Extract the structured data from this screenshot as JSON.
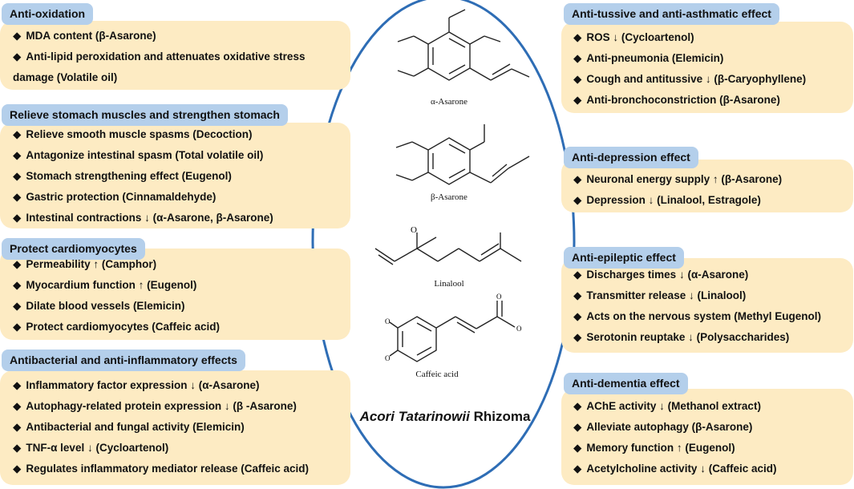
{
  "center": {
    "latin_name": "Acori Tatarinowii",
    "common": "Rhizoma",
    "molecules": [
      "α-Asarone",
      "β-Asarone",
      "Linalool",
      "Caffeic acid"
    ]
  },
  "bullet_symbol": "◆",
  "panels_left": [
    {
      "title": "Anti-oxidation",
      "items": [
        "MDA content (β-Asarone)",
        "Anti-lipid peroxidation and attenuates oxidative stress damage (Volatile oil)"
      ]
    },
    {
      "title": "Relieve stomach muscles and strengthen stomach",
      "items": [
        "Relieve smooth muscle spasms (Decoction)",
        "Antagonize intestinal spasm (Total volatile oil)",
        "Stomach strengthening effect (Eugenol)",
        "Gastric protection (Cinnamaldehyde)",
        "Intestinal contractions ↓ (α-Asarone, β-Asarone)"
      ]
    },
    {
      "title": "Protect  cardiomyocytes",
      "items": [
        "Permeability ↑ (Camphor)",
        "Myocardium function ↑ (Eugenol)",
        "Dilate blood vessels (Elemicin)",
        "Protect cardiomyocytes (Caffeic acid)"
      ]
    },
    {
      "title": "Antibacterial and anti-inflammatory effects",
      "items": [
        "Inflammatory factor expression ↓ (α-Asarone)",
        "Autophagy-related protein expression ↓ (β -Asarone)",
        "Antibacterial and fungal activity (Elemicin)",
        "TNF-α level ↓ (Cycloartenol)",
        "Regulates inflammatory mediator release (Caffeic acid)"
      ]
    }
  ],
  "panels_right": [
    {
      "title": "Anti-tussive and anti-asthmatic effect",
      "items": [
        "ROS ↓ (Cycloartenol)",
        "Anti-pneumonia (Elemicin)",
        "Cough and antitussive ↓ (β-Caryophyllene)",
        "Anti-bronchoconstriction (β-Asarone)"
      ]
    },
    {
      "title": "Anti-depression effect",
      "items": [
        "Neuronal energy supply ↑ (β-Asarone)",
        "Depression ↓ (Linalool, Estragole)"
      ]
    },
    {
      "title": "Anti-epileptic effect",
      "items": [
        "Discharges times ↓ (α-Asarone)",
        "Transmitter release ↓ (Linalool)",
        "Acts on the nervous system (Methyl Eugenol)",
        "Serotonin reuptake ↓ (Polysaccharides)"
      ]
    },
    {
      "title": "Anti-dementia effect",
      "items": [
        "AChE activity ↓ (Methanol extract)",
        "Alleviate autophagy (β-Asarone)",
        "Memory function ↑ (Eugenol)",
        "Acetylcholine activity ↓ (Caffeic acid)"
      ]
    }
  ],
  "colors": {
    "box_fill": "#fdebc3",
    "title_fill": "#b4cfeb",
    "ellipse_stroke": "#2e6db5"
  }
}
